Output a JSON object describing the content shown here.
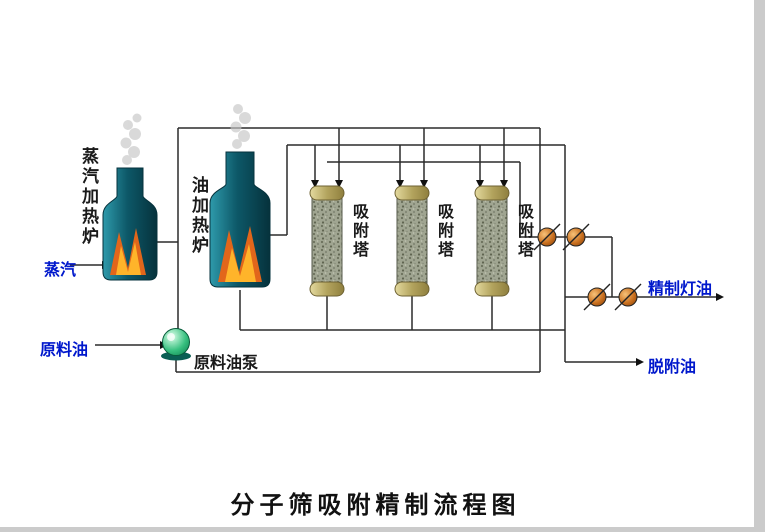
{
  "title": "分子筛吸附精制流程图",
  "labels": {
    "steam_furnace": "蒸汽加热炉",
    "oil_furnace": "油加热炉",
    "steam_in": "蒸汽",
    "raw_oil_in": "原料油",
    "raw_oil_pump": "原料油泵",
    "refined_lamp_oil": "精制灯油",
    "desorbed_oil": "脱附油"
  },
  "towers": [
    {
      "label": "吸附塔"
    },
    {
      "label": "吸附塔"
    },
    {
      "label": "吸附塔"
    }
  ],
  "colors": {
    "stream_label_blue": "#0018cc",
    "furnace_teal": "#0d5868",
    "flame_orange": "#e2661b",
    "tower_cap_beige": "#b3a45e",
    "tower_body_gray": "#a0a591",
    "valve_orange": "#c96f1e",
    "pump_green": "#37c07f",
    "pipe_black": "#2b2b2b"
  }
}
